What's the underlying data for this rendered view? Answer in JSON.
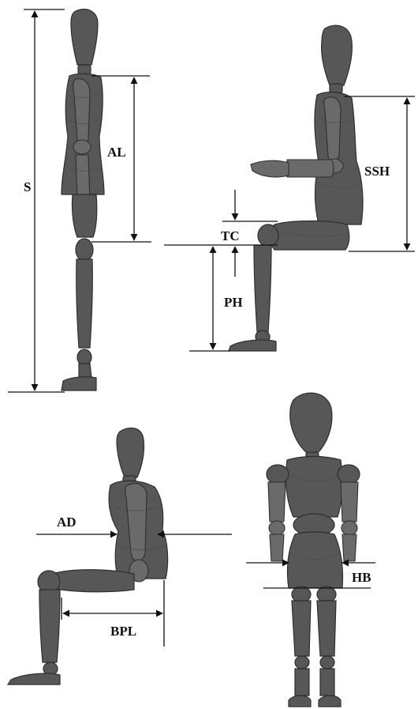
{
  "labels": {
    "stature": "S",
    "arm_length": "AL",
    "sitting_shoulder_height": "SSH",
    "thigh_clearance": "TC",
    "popliteal_height": "PH",
    "abdominal_depth": "AD",
    "buttock_popliteal_length": "BPL",
    "hip_breadth": "HB"
  },
  "colors": {
    "mannequin": "#575757",
    "lines": "#111111",
    "background": "#ffffff"
  },
  "figures": [
    "standing-side-view",
    "seated-side-view",
    "seated-side-view-small",
    "standing-front-view"
  ]
}
